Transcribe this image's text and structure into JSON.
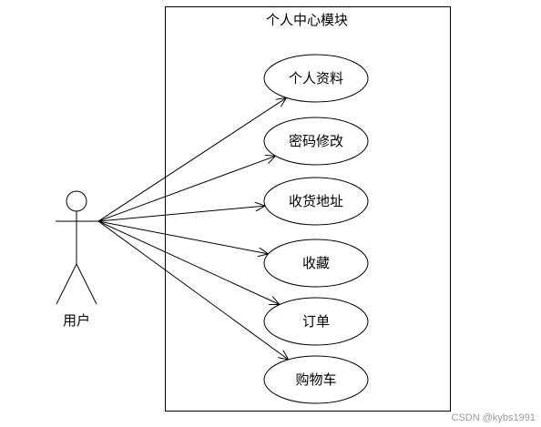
{
  "system": {
    "title": "个人中心模块"
  },
  "actor": {
    "label": "用户"
  },
  "use_cases": [
    {
      "label": "个人资料"
    },
    {
      "label": "密码修改"
    },
    {
      "label": "收货地址"
    },
    {
      "label": "收藏"
    },
    {
      "label": "订单"
    },
    {
      "label": "购物车"
    }
  ],
  "watermark": "CSDN @kybs1991"
}
